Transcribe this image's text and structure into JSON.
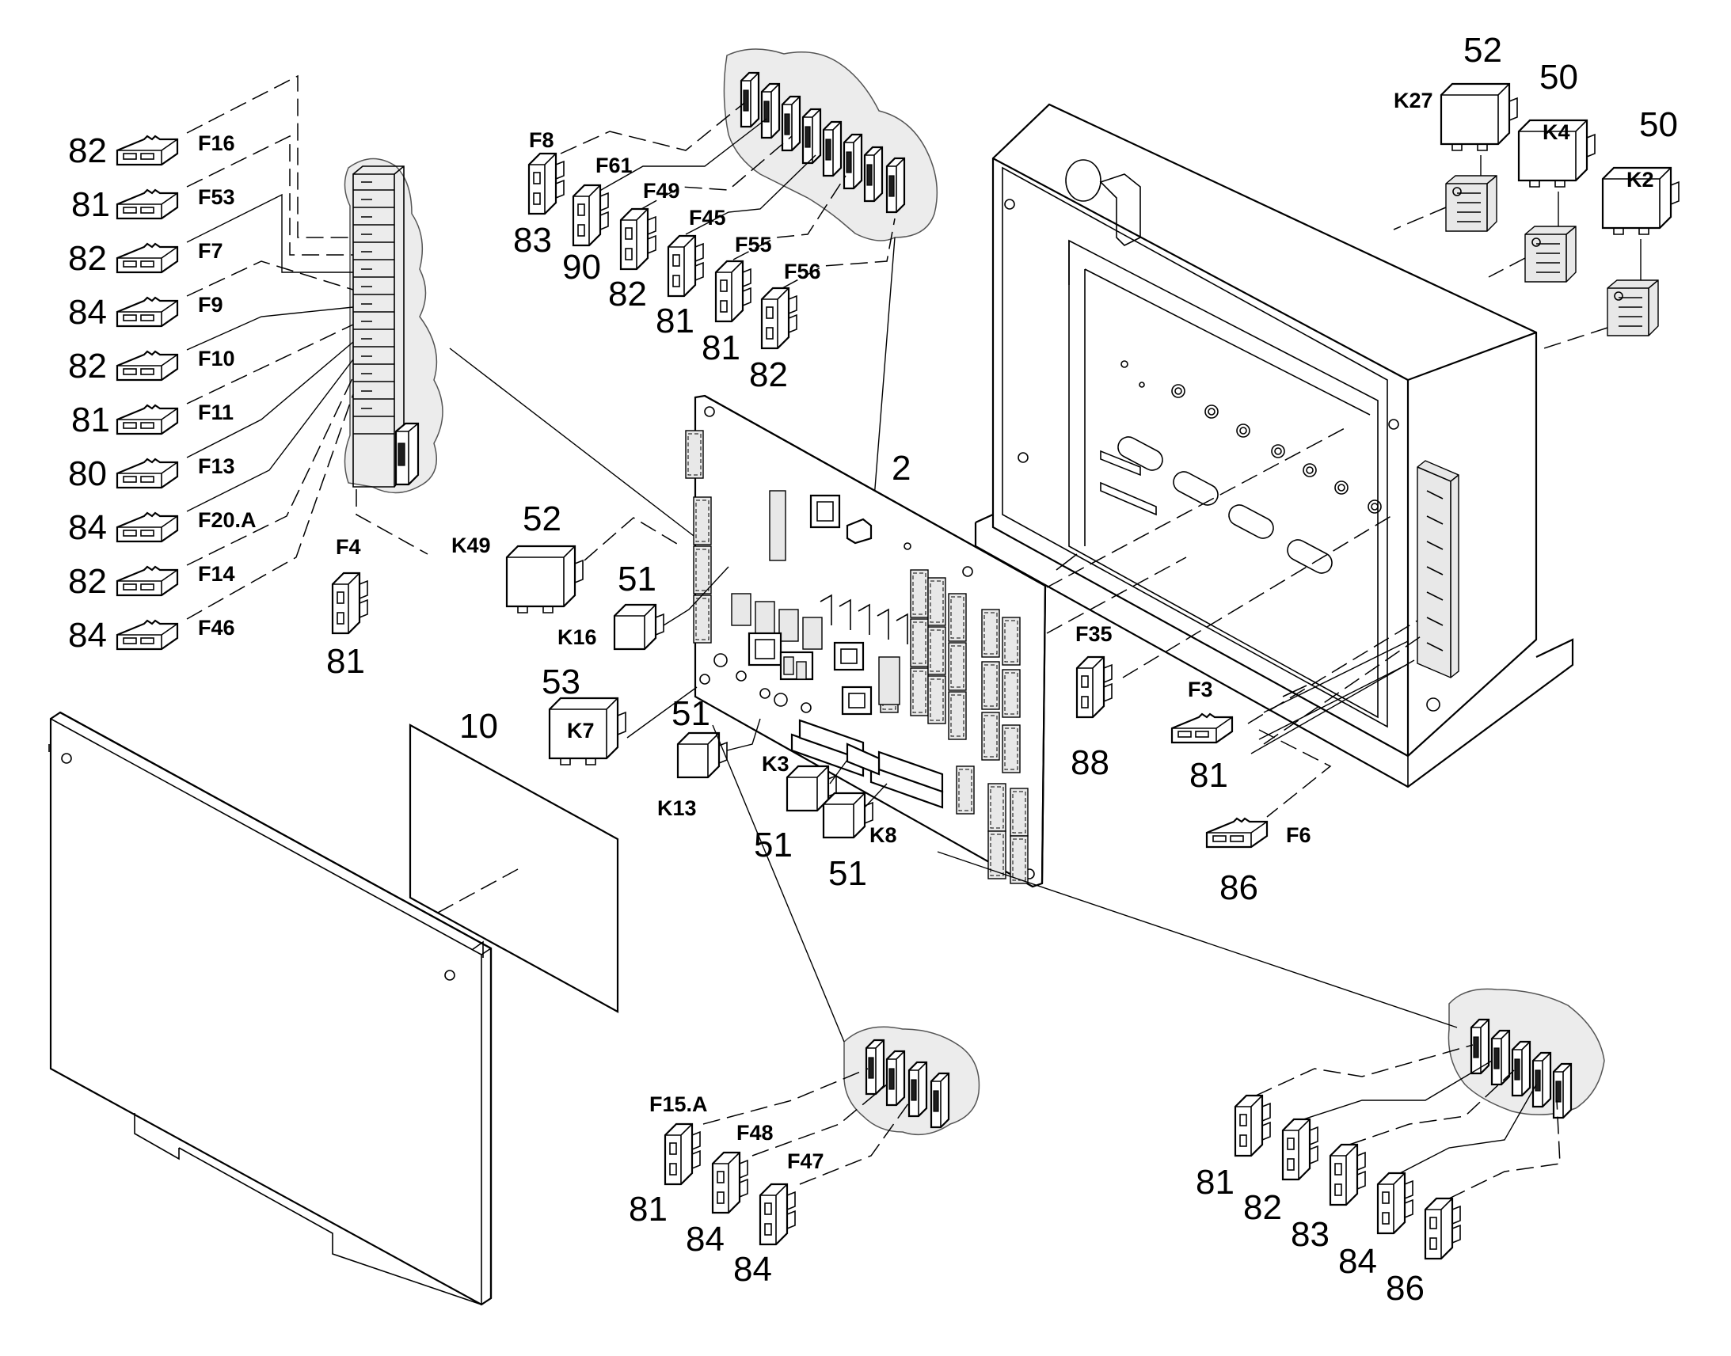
{
  "labels": {
    "fuse_f16": "F16",
    "ref_82_f16": "82",
    "fuse_f53": "F53",
    "ref_81_f53": "81",
    "fuse_f7": "F7",
    "ref_82_f7": "82",
    "fuse_f9": "F9",
    "ref_84_f9": "84",
    "fuse_f10": "F10",
    "ref_82_f10": "82",
    "fuse_f11": "F11",
    "ref_81_f11": "81",
    "fuse_f13": "F13",
    "ref_80_f13": "80",
    "fuse_f20a": "F20.A",
    "ref_84_f20a": "84",
    "fuse_f14": "F14",
    "ref_82_f14": "82",
    "fuse_f46": "F46",
    "ref_84_f46": "84",
    "fuse_f4": "F4",
    "ref_81_f4": "81",
    "fuse_f8": "F8",
    "ref_83_f8": "83",
    "fuse_f61": "F61",
    "ref_90_f61": "90",
    "fuse_f49": "F49",
    "ref_82_f49": "82",
    "fuse_f45": "F45",
    "ref_81_f45": "81",
    "fuse_f55": "F55",
    "ref_81_f55": "81",
    "fuse_f56": "F56",
    "ref_82_f56": "82",
    "relay_k27": "K27",
    "ref_52_k27": "52",
    "relay_k4": "K4",
    "ref_50_k4": "50",
    "relay_k2": "K2",
    "ref_50_k2": "50",
    "ref_2_board": "2",
    "relay_k49": "K49",
    "ref_52_k49": "52",
    "relay_k16": "K16",
    "ref_51_k16": "51",
    "relay_k7": "K7",
    "ref_53_k7": "53",
    "relay_k13": "K13",
    "ref_51_k13": "51",
    "relay_k3": "K3",
    "ref_51_k3": "51",
    "relay_k8": "K8",
    "ref_51_k8": "51",
    "ref_10_label": "10",
    "fuse_f35": "F35",
    "ref_88_f35": "88",
    "fuse_f3": "F3",
    "ref_81_f3": "81",
    "fuse_f6": "F6",
    "ref_86_f6": "86",
    "fuse_f15a": "F15.A",
    "ref_81_f15a": "81",
    "fuse_f48": "F48",
    "ref_84_f48": "84",
    "fuse_f47": "F47",
    "ref_84_f47": "84",
    "ref_81_br": "81",
    "ref_82_br": "82",
    "ref_83_br": "83",
    "ref_84_br": "84",
    "ref_86_br": "86"
  }
}
